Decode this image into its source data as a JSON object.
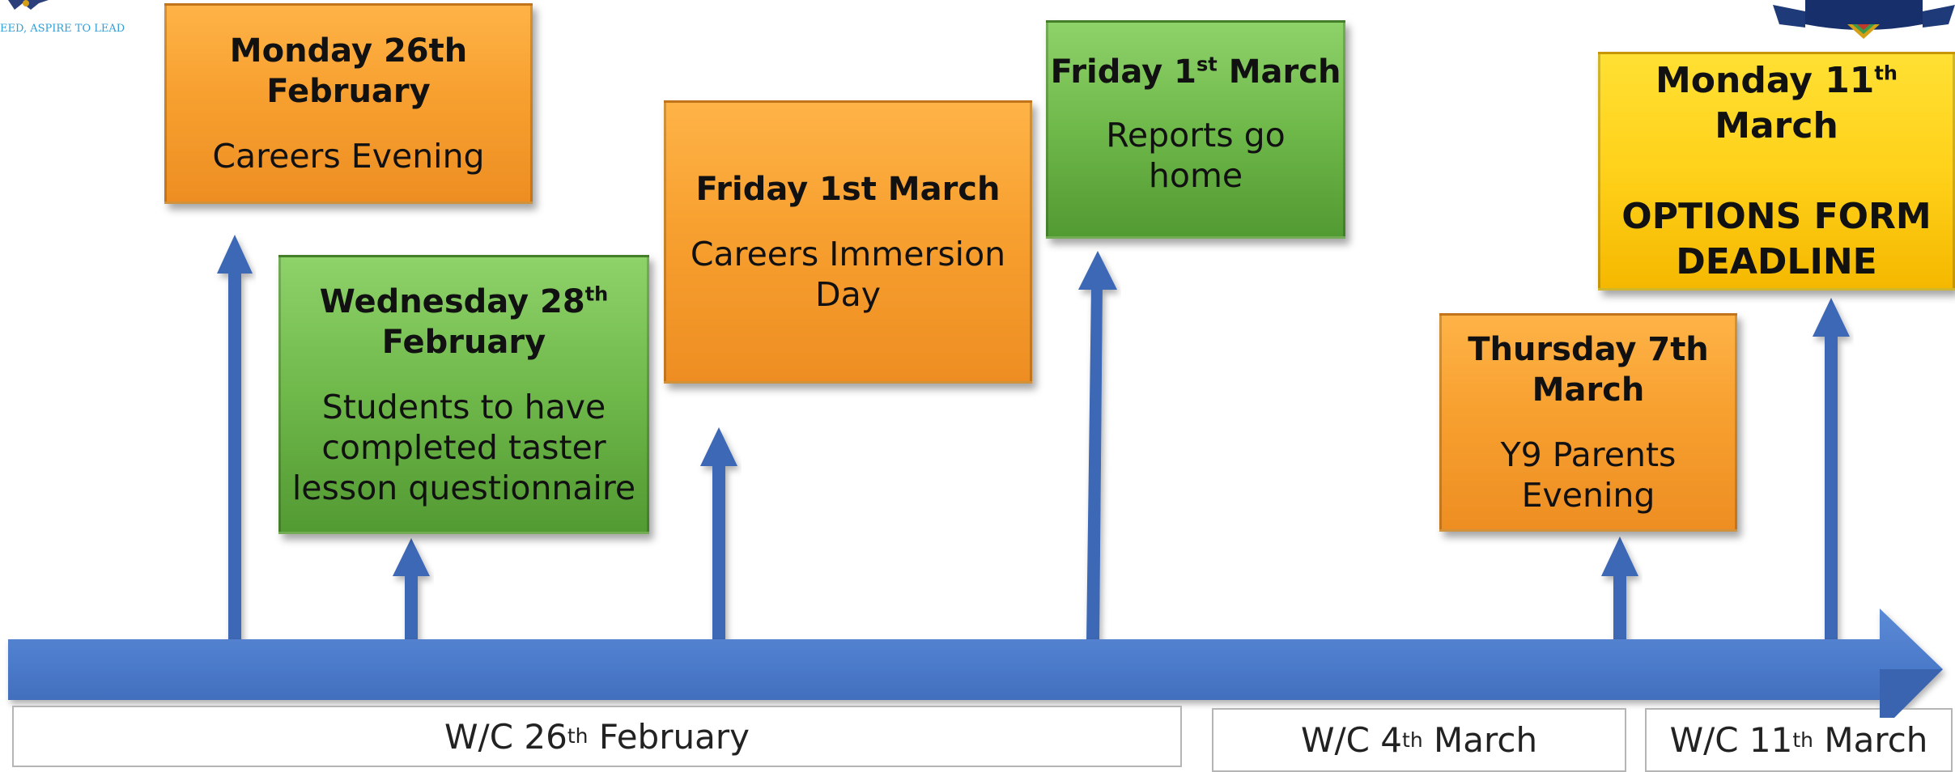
{
  "events": [
    {
      "date": "Monday 26th February",
      "date_sup": "",
      "date_tail": "",
      "desc": "Careers Evening"
    },
    {
      "date": "Wednesday 28",
      "date_sup": "th",
      "date_tail": "February",
      "desc": "Students to have completed taster lesson questionnaire"
    },
    {
      "date": "Friday 1st March",
      "date_sup": "",
      "date_tail": "",
      "desc": "Careers Immersion Day"
    },
    {
      "date": "Friday 1",
      "date_sup": "st",
      "date_tail": "March",
      "desc": "Reports go home"
    },
    {
      "date": "Thursday 7th March",
      "date_sup": "",
      "date_tail": "",
      "desc": "Y9 Parents Evening"
    },
    {
      "date": "Monday 11",
      "date_sup": "th",
      "date_tail": "March",
      "desc": "OPTIONS FORM DEADLINE"
    }
  ],
  "weeks": [
    {
      "pre": "W/C 26",
      "sup": "th",
      "post": "February"
    },
    {
      "pre": "W/C 4",
      "sup": "th",
      "post": "March"
    },
    {
      "pre": "W/C 11",
      "sup": "th",
      "post": "March"
    }
  ],
  "logo_left_text": "EED, ASPIRE TO LEAD",
  "colors": {
    "timeline": "#4a79c9",
    "arrow": "#3e68b5",
    "orange": "#f7a030",
    "green": "#6fb84a",
    "yellow": "#ffd11a"
  }
}
